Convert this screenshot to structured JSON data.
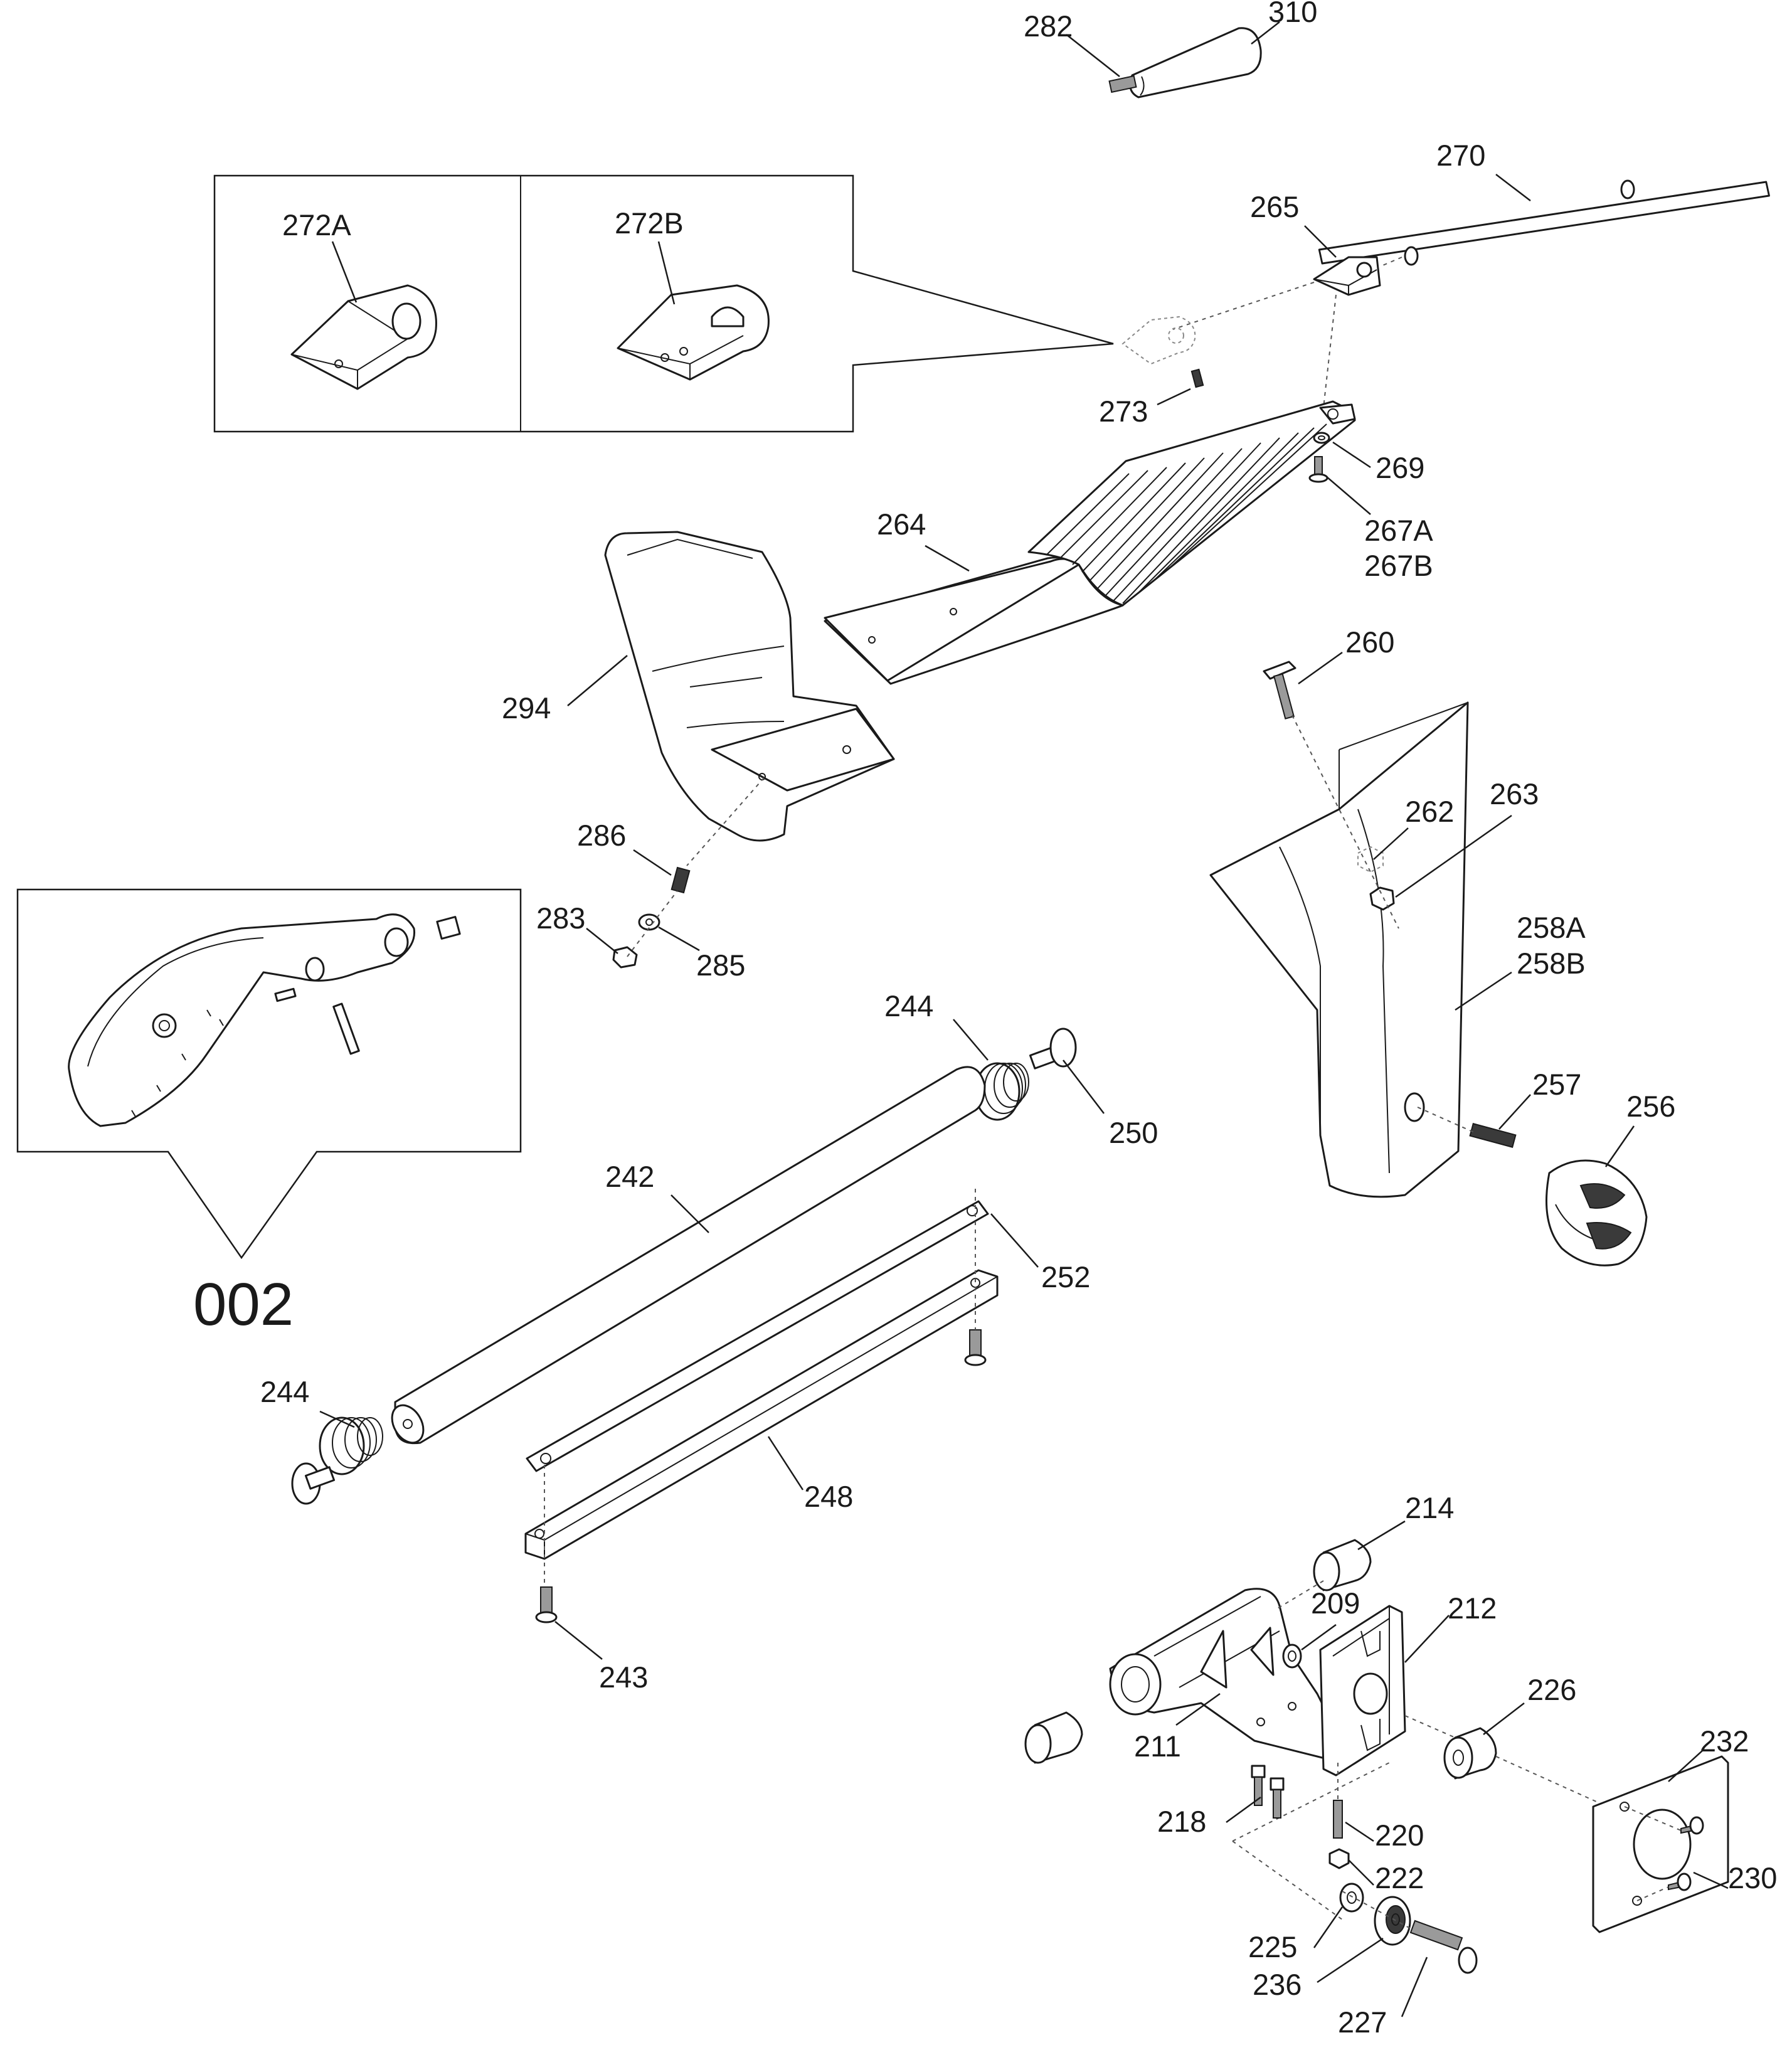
{
  "diagram": {
    "callouts": {
      "c282": "282",
      "c310": "310",
      "c270": "270",
      "c265": "265",
      "c272a": "272A",
      "c272b": "272B",
      "c273": "273",
      "c269": "269",
      "c267a": "267A",
      "c267b": "267B",
      "c264": "264",
      "c294": "294",
      "c260": "260",
      "c262": "262",
      "c263": "263",
      "c258a": "258A",
      "c258b": "258B",
      "c286": "286",
      "c283": "283",
      "c285": "285",
      "c244a": "244",
      "c250": "250",
      "c257": "257",
      "c256": "256",
      "c242": "242",
      "c252": "252",
      "c248": "248",
      "c244b": "244",
      "c243": "243",
      "c214": "214",
      "c209": "209",
      "c212": "212",
      "c226": "226",
      "c211": "211",
      "c232": "232",
      "c218": "218",
      "c220": "220",
      "c222": "222",
      "c230": "230",
      "c225": "225",
      "c236": "236",
      "c227": "227"
    },
    "assembly_ref": "002"
  }
}
